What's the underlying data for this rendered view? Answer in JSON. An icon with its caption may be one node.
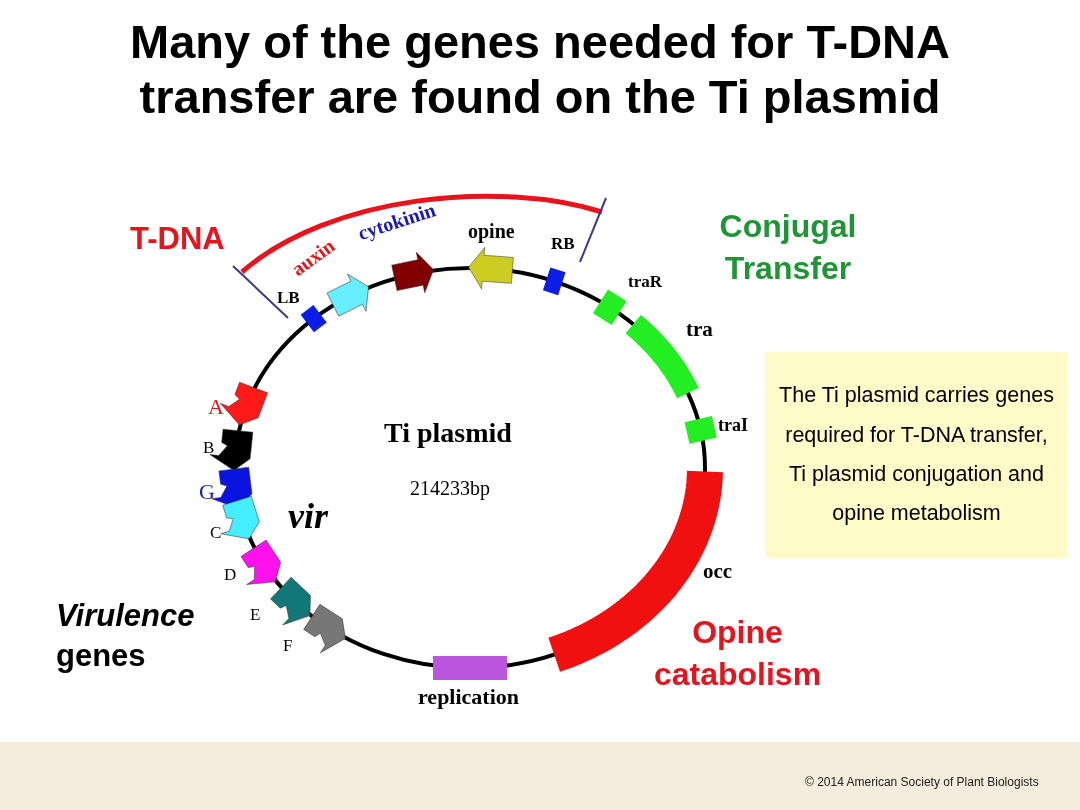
{
  "diagram": {
    "title": "Many of the genes needed for T-DNA transfer are found on the Ti plasmid",
    "nodes": [
      {
        "text": [
          "The Ti plasmid carries genes required for T-DNA transfer, Ti plasmid conjugation and opine metabolism"
        ]
      }
    ],
    "labels": [
      "T-DNA",
      "auxin",
      "cytokinin",
      "opine",
      "RB",
      "Conjugal Transfer",
      "LB",
      "traR",
      "tra",
      "A",
      "Ti plasmid",
      "traI",
      "B",
      "214233bp",
      "G",
      "vir",
      "C",
      "D",
      "occ",
      "*Virulence* genes",
      "E",
      "Opine catabolism",
      "F",
      "replication",
      "© 2014 American Society of Plant Biologists"
    ]
  }
}
